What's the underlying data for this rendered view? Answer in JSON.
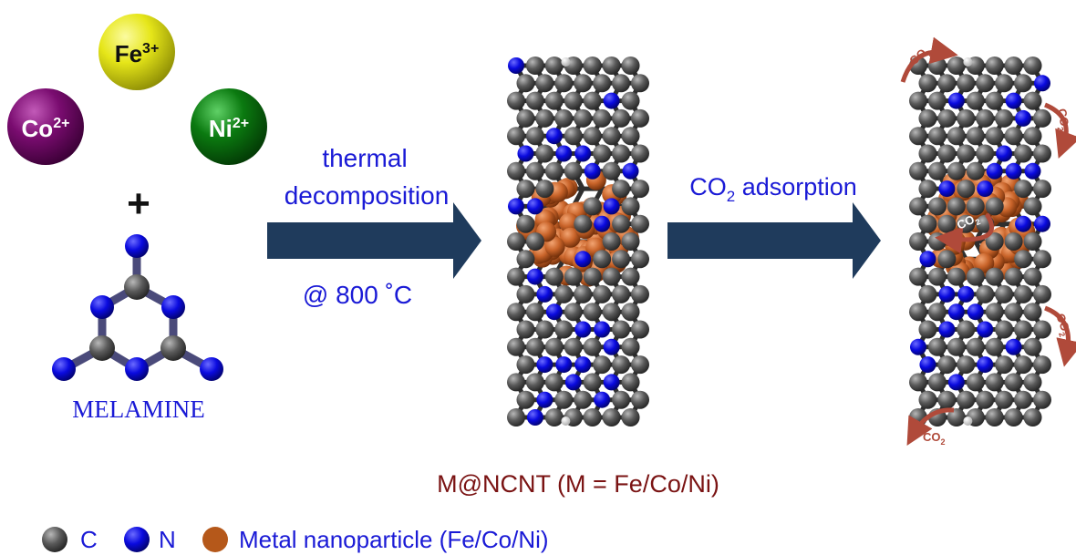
{
  "ions": [
    {
      "symbol": "Fe",
      "charge": "3+",
      "color": "#e6e619"
    },
    {
      "symbol": "Co",
      "charge": "2+",
      "color": "#7a0c70"
    },
    {
      "symbol": "Ni",
      "charge": "2+",
      "color": "#0b7a10"
    }
  ],
  "plus_sign": "+",
  "precursor_label": "MELAMINE",
  "step1": {
    "line1": "thermal",
    "line2": "decomposition",
    "condition": "@ 800 ˚C"
  },
  "step2": {
    "prefix": "CO",
    "subscript": "2",
    "suffix": " adsorption"
  },
  "co2_label": {
    "main": "CO",
    "sub": "2"
  },
  "product_label": "M@NCNT (M = Fe/Co/Ni)",
  "legend": [
    {
      "label": "C",
      "color": "#6e6e6e"
    },
    {
      "label": "N",
      "color": "#0a0adf"
    },
    {
      "label": "Metal nanoparticle (Fe/Co/Ni)",
      "color": "#b5581a"
    }
  ],
  "colors": {
    "carbon": "#5a5a5a",
    "nitrogen": "#0a0adf",
    "metal": "#c9642a",
    "arrow": "#1f3b5c",
    "co2_arrow": "#b04a3a",
    "text_blue": "#1a1ad6",
    "text_brown": "#7a1313"
  }
}
